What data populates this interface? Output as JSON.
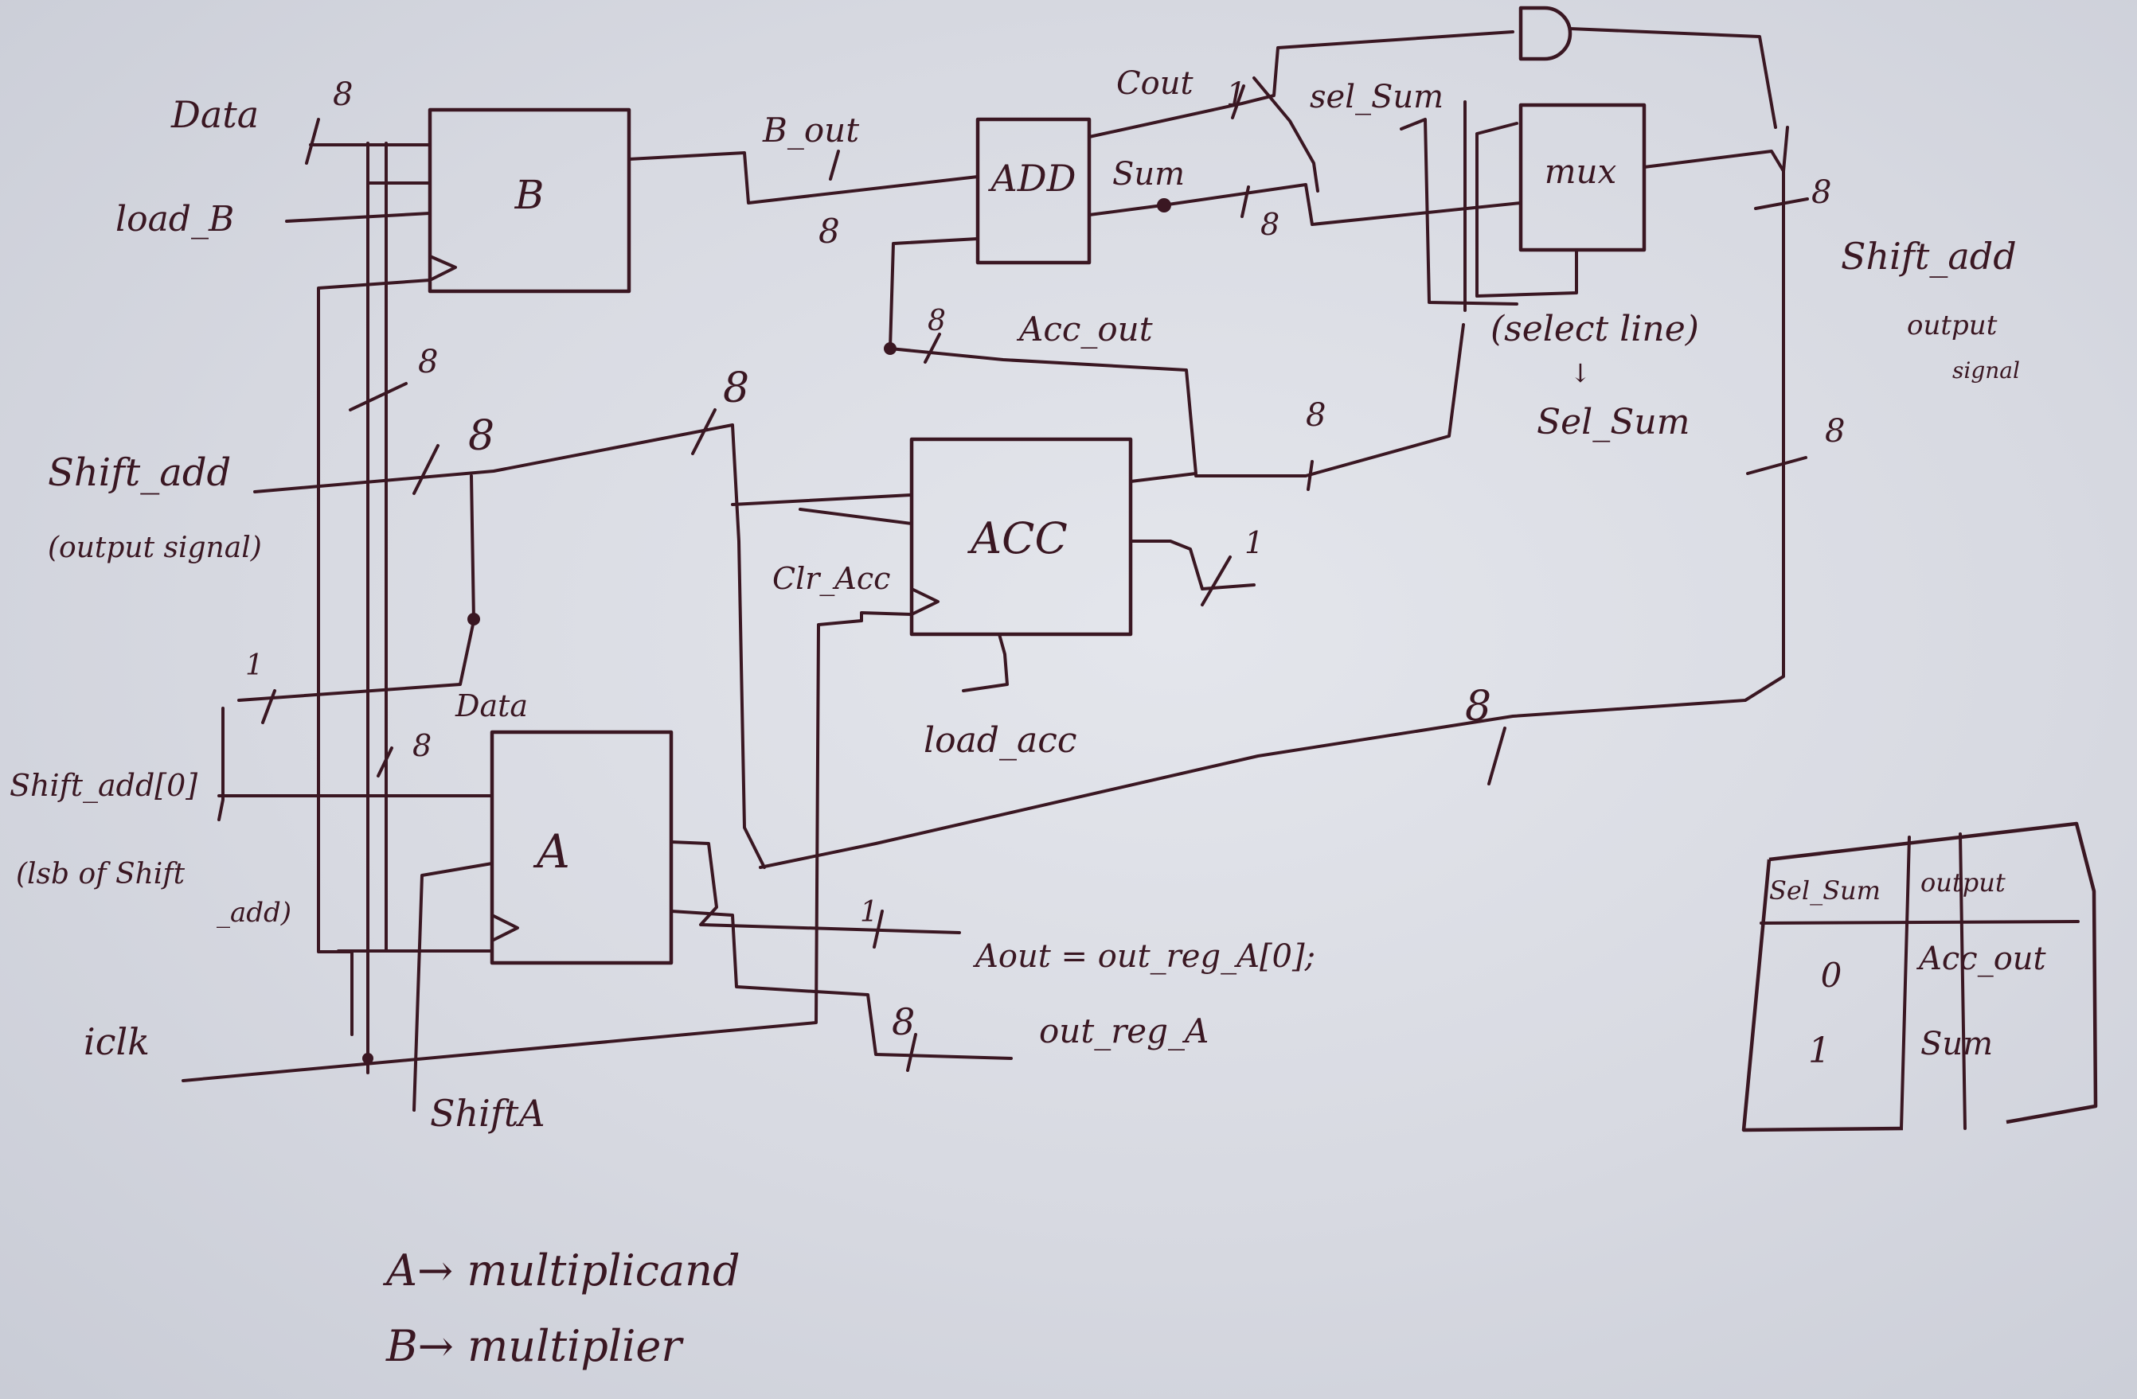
{
  "blocks": {
    "b": "B",
    "a": "A",
    "add": "ADD",
    "acc": "ACC",
    "mux": "mux"
  },
  "signals": {
    "data_top": "Data",
    "data_top_width": "8",
    "load_b": "load_B",
    "b_out": "B_out",
    "b_out_width": "8",
    "cout": "Cout",
    "cout_width": "1",
    "sum": "Sum",
    "sum_width": "8",
    "sel_sum_top": "sel_Sum",
    "shift_add_right": "Shift_add",
    "shift_add_right_note1": "output",
    "shift_add_right_note2": "signal",
    "shift_add_right_width_top": "8",
    "shift_add_right_width_mid": "8",
    "select_line": "(select line)",
    "sel_sum_mid": "Sel_Sum",
    "acc_out": "Acc_out",
    "acc_out_width": "8",
    "acc_mid_width": "8",
    "shift_add_left": "Shift_add",
    "shift_add_left_note": "(output signal)",
    "left_bus_width_a": "8",
    "left_bus_width_b": "8",
    "mid_bus_width": "8",
    "clr_acc": "Clr_Acc",
    "acc_right_width": "1",
    "load_acc": "load_acc",
    "bottom_bus_width": "8",
    "lsb_width": "1",
    "data_a": "Data",
    "data_a_width": "8",
    "shift_add_0": "Shift_add[0]",
    "lsb_note1": "(lsb of Shift",
    "lsb_note2": "_add)",
    "aout_width": "1",
    "aout": "Aout = out_reg_A[0];",
    "out_reg_a_width": "8",
    "out_reg_a": "out_reg_A",
    "iclk": "iclk",
    "shift_a": "ShiftA"
  },
  "legend": {
    "a_line": "A→ multiplicand",
    "b_line": "B→ multiplier"
  },
  "table": {
    "headers": [
      "Sel_Sum",
      "output"
    ],
    "rows": [
      [
        "0",
        "Acc_out"
      ],
      [
        "1",
        "Sum"
      ]
    ]
  }
}
